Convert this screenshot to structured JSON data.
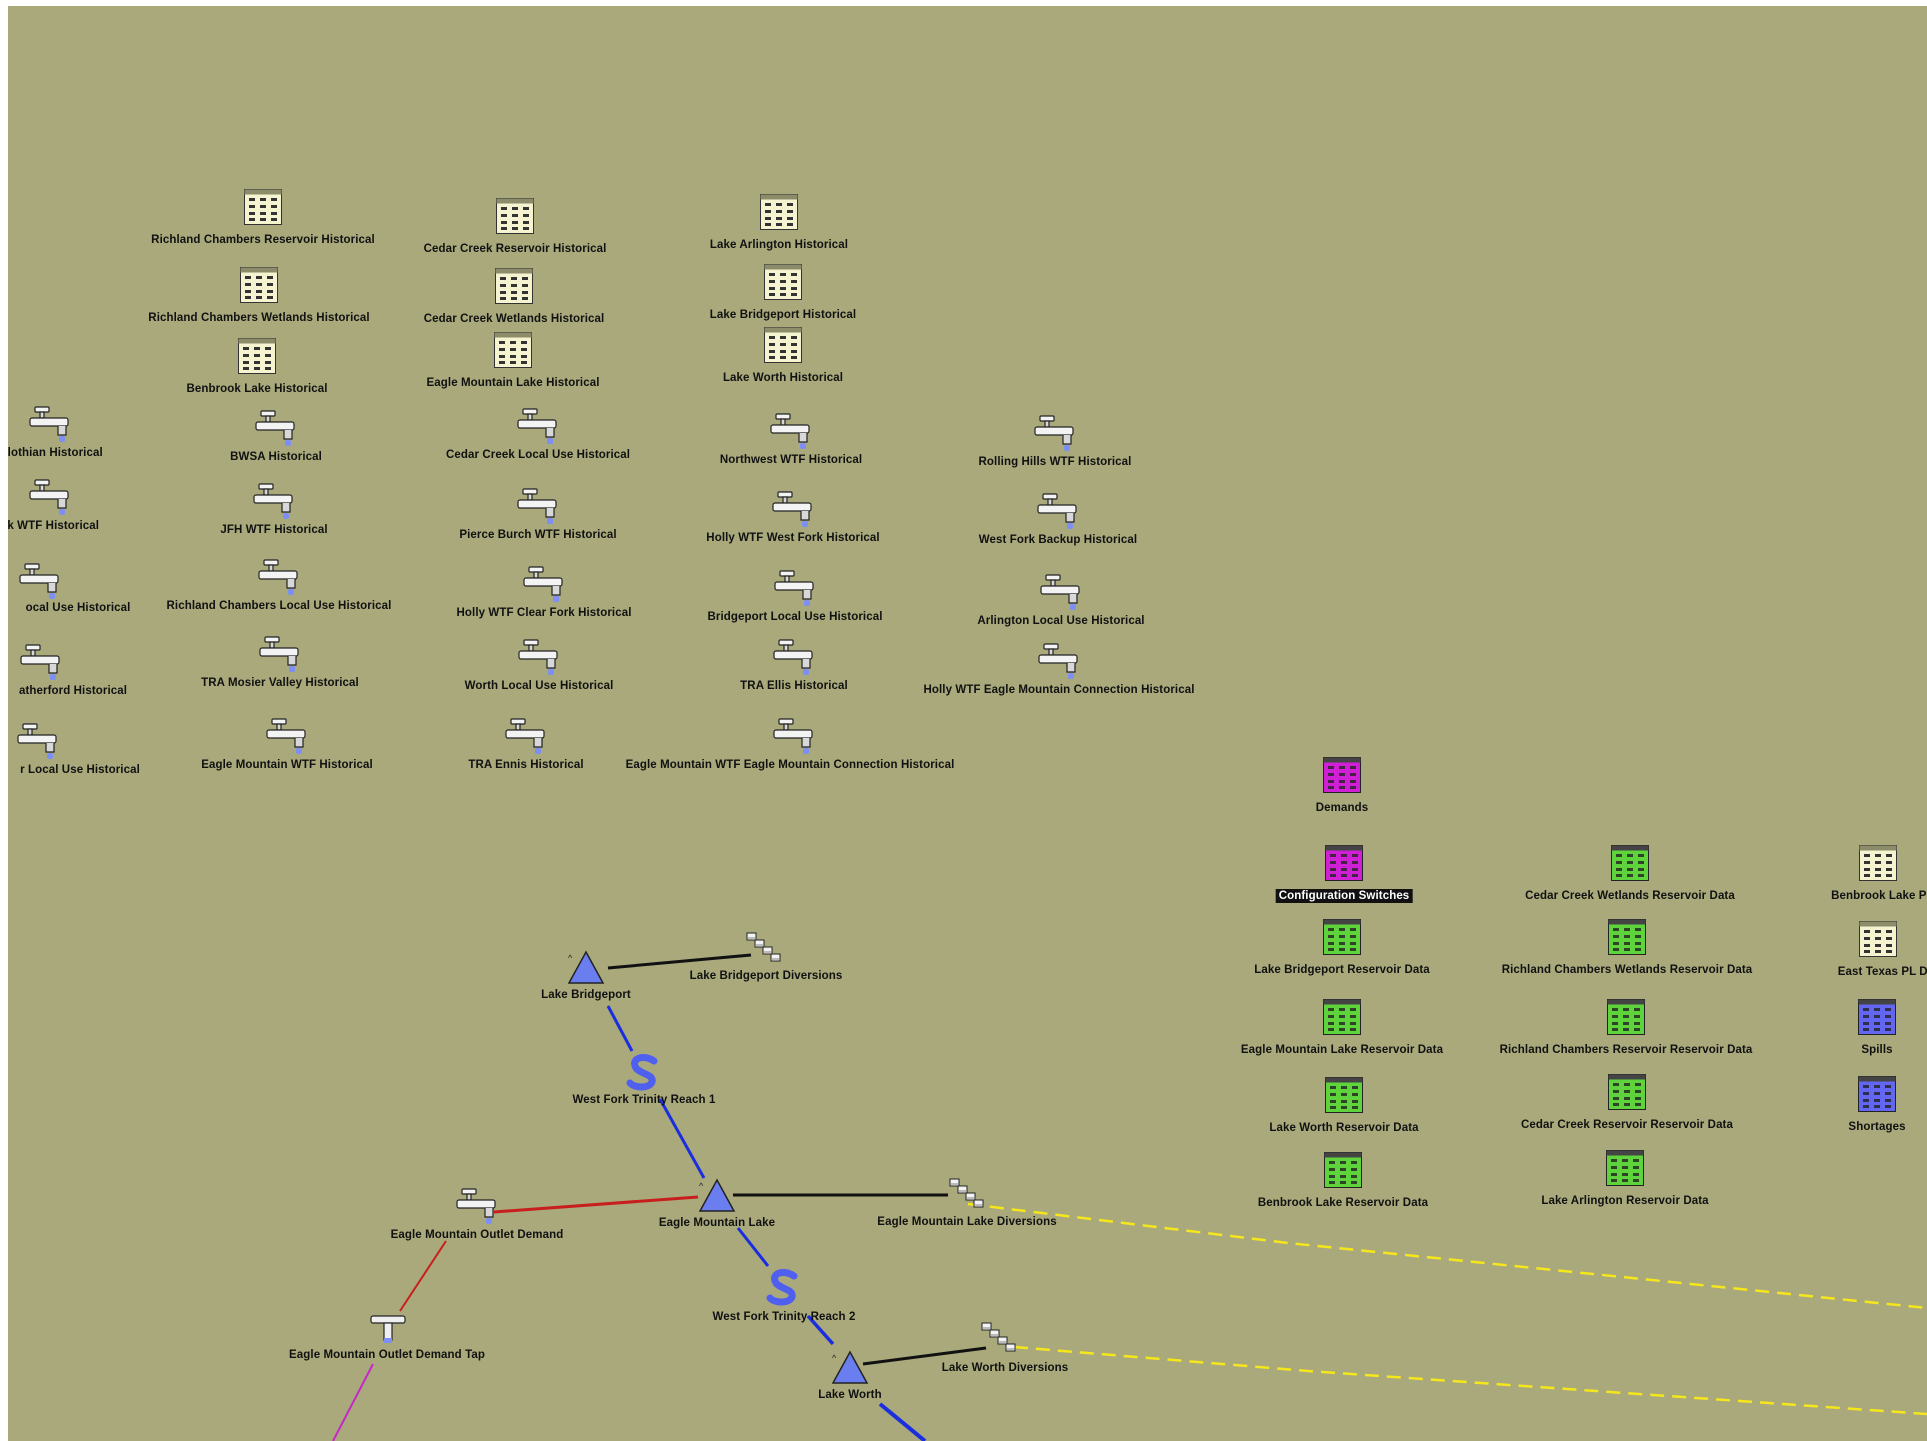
{
  "window": {
    "background_color": "#a9a97c"
  },
  "colors": {
    "table_icon": "#f5f3d0",
    "data_green": "#5ed33b",
    "data_magenta": "#d020d6",
    "data_blue": "#6366f0",
    "reservoir_blue": "#6a7ef0",
    "reach_blue": "#5060ee",
    "link_blue": "#1a2ee0",
    "link_red": "#c81e1e",
    "link_black": "#111111",
    "link_yellow": "#f6e61c",
    "link_magenta": "#c827c8"
  },
  "historical": {
    "richland_reservoir": "Richland Chambers Reservoir Historical",
    "cedar_reservoir": "Cedar Creek Reservoir Historical",
    "arlington": "Lake Arlington Historical",
    "richland_wetlands": "Richland Chambers Wetlands Historical",
    "cedar_wetlands": "Cedar Creek Wetlands Historical",
    "bridgeport": "Lake Bridgeport Historical",
    "benbrook": "Benbrook Lake Historical",
    "eagle_mountain_lake": "Eagle Mountain Lake Historical",
    "lake_worth": "Lake Worth Historical"
  },
  "demands": {
    "midlothian": "idlothian Historical",
    "bwsa": "BWSA Historical",
    "cedar_local": "Cedar Creek Local Use Historical",
    "northwest_wtf": "Northwest WTF Historical",
    "rolling_hills": "Rolling Hills WTF Historical",
    "c2_r2": "ek WTF Historical",
    "jfh_wtf": "JFH WTF Historical",
    "pierce_burch": "Pierce Burch WTF Historical",
    "holly_west": "Holly WTF West Fork Historical",
    "west_fork_backup": "West Fork Backup Historical",
    "c2_r3": "ocal Use Historical",
    "richland_local": "Richland Chambers Local Use Historical",
    "holly_clear": "Holly WTF Clear Fork Historical",
    "bridgeport_local": "Bridgeport Local Use Historical",
    "arlington_local": "Arlington Local Use Historical",
    "weatherford": "atherford Historical",
    "tra_mosier": "TRA Mosier Valley Historical",
    "worth_local": "Worth Local Use Historical",
    "tra_ellis": "TRA Ellis Historical",
    "holly_eagle": "Holly WTF Eagle Mountain Connection Historical",
    "c2_r5": "r Local Use Historical",
    "eagle_wtf": "Eagle Mountain WTF Historical",
    "tra_ennis": "TRA Ennis Historical",
    "eagle_wtf_conn": "Eagle Mountain WTF Eagle Mountain Connection Historical"
  },
  "data_objects": {
    "demands": "Demands",
    "config_switches": "Configuration Switches",
    "cedar_wetlands_data": "Cedar Creek Wetlands Reservoir Data",
    "benbrook_ps": "Benbrook Lake PS I",
    "bridgeport_data": "Lake Bridgeport Reservoir Data",
    "richland_wetlands_data": "Richland Chambers Wetlands Reservoir Data",
    "east_texas": "East Texas PL Da",
    "eagle_data": "Eagle Mountain Lake Reservoir Data",
    "richland_data": "Richland Chambers Reservoir Reservoir Data",
    "spills": "Spills",
    "worth_data": "Lake Worth Reservoir Data",
    "cedar_data": "Cedar Creek Reservoir Reservoir Data",
    "shortages": "Shortages",
    "benbrook_data": "Benbrook Lake Reservoir Data",
    "arlington_data": "Lake Arlington Reservoir Data"
  },
  "network": {
    "lake_bridgeport": "Lake Bridgeport",
    "bridgeport_diversions": "Lake Bridgeport Diversions",
    "reach_1": "West Fork Trinity Reach 1",
    "eagle_mountain_lake": "Eagle Mountain Lake",
    "eagle_diversions": "Eagle Mountain Lake Diversions",
    "outlet_demand": "Eagle Mountain Outlet Demand",
    "reach_2": "West Fork Trinity Reach 2",
    "demand_tap": "Eagle Mountain Outlet Demand Tap",
    "lake_worth": "Lake Worth",
    "worth_diversions": "Lake Worth Diversions"
  }
}
